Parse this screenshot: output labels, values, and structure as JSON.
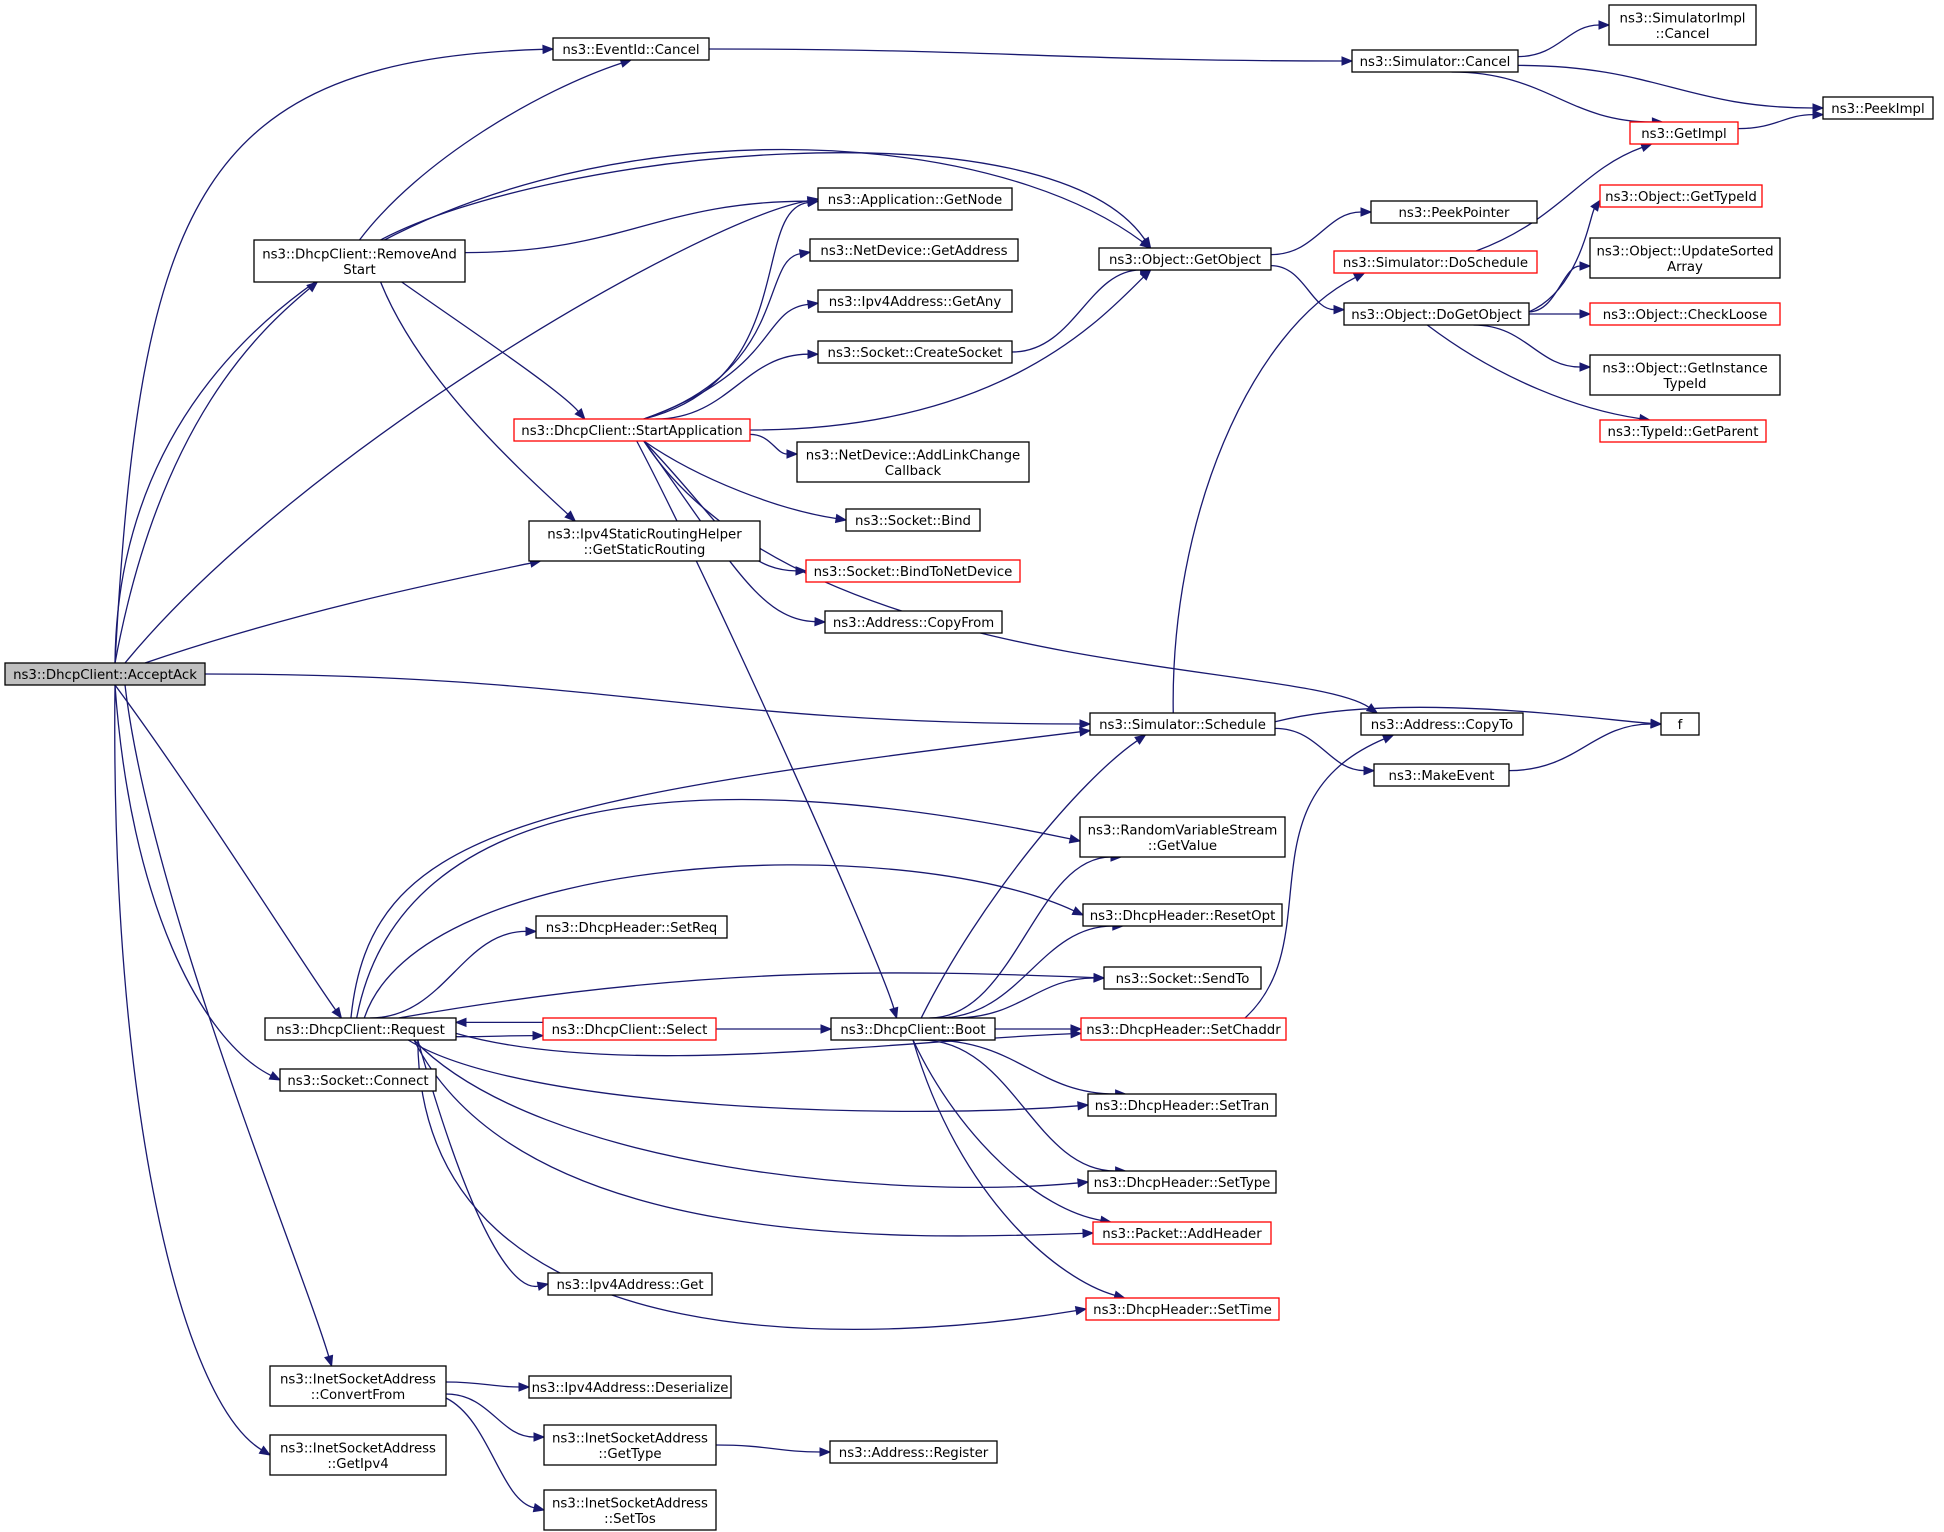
{
  "nodes": [
    {
      "id": "acceptack",
      "lines": [
        "ns3::DhcpClient::AcceptAck"
      ],
      "style": "root"
    },
    {
      "id": "eventcancel",
      "lines": [
        "ns3::EventId::Cancel"
      ],
      "style": "normal"
    },
    {
      "id": "simcancel",
      "lines": [
        "ns3::Simulator::Cancel"
      ],
      "style": "normal"
    },
    {
      "id": "simimplcancel",
      "lines": [
        "ns3::SimulatorImpl",
        "::Cancel"
      ],
      "style": "normal"
    },
    {
      "id": "peekimpl",
      "lines": [
        "ns3::PeekImpl"
      ],
      "style": "normal"
    },
    {
      "id": "getimpl",
      "lines": [
        "ns3::GetImpl"
      ],
      "style": "red"
    },
    {
      "id": "removeandstart",
      "lines": [
        "ns3::DhcpClient::RemoveAnd",
        "Start"
      ],
      "style": "normal"
    },
    {
      "id": "appgetnode",
      "lines": [
        "ns3::Application::GetNode"
      ],
      "style": "normal"
    },
    {
      "id": "ndgetaddress",
      "lines": [
        "ns3::NetDevice::GetAddress"
      ],
      "style": "normal"
    },
    {
      "id": "ipv4getany",
      "lines": [
        "ns3::Ipv4Address::GetAny"
      ],
      "style": "normal"
    },
    {
      "id": "createsocket",
      "lines": [
        "ns3::Socket::CreateSocket"
      ],
      "style": "normal"
    },
    {
      "id": "startapp",
      "lines": [
        "ns3::DhcpClient::StartApplication"
      ],
      "style": "red"
    },
    {
      "id": "addlinkchange",
      "lines": [
        "ns3::NetDevice::AddLinkChange",
        "Callback"
      ],
      "style": "normal"
    },
    {
      "id": "socketbind",
      "lines": [
        "ns3::Socket::Bind"
      ],
      "style": "normal"
    },
    {
      "id": "bindtonetdevice",
      "lines": [
        "ns3::Socket::BindToNetDevice"
      ],
      "style": "red"
    },
    {
      "id": "addrcopyfrom",
      "lines": [
        "ns3::Address::CopyFrom"
      ],
      "style": "normal"
    },
    {
      "id": "getstaticrouting",
      "lines": [
        "ns3::Ipv4StaticRoutingHelper",
        "::GetStaticRouting"
      ],
      "style": "normal"
    },
    {
      "id": "getobject",
      "lines": [
        "ns3::Object::GetObject"
      ],
      "style": "normal"
    },
    {
      "id": "peekpointer",
      "lines": [
        "ns3::PeekPointer"
      ],
      "style": "normal"
    },
    {
      "id": "doschedule",
      "lines": [
        "ns3::Simulator::DoSchedule"
      ],
      "style": "red"
    },
    {
      "id": "dogetobject",
      "lines": [
        "ns3::Object::DoGetObject"
      ],
      "style": "normal"
    },
    {
      "id": "gettypeid",
      "lines": [
        "ns3::Object::GetTypeId"
      ],
      "style": "red"
    },
    {
      "id": "updatesorted",
      "lines": [
        "ns3::Object::UpdateSorted",
        "Array"
      ],
      "style": "normal"
    },
    {
      "id": "checkloose",
      "lines": [
        "ns3::Object::CheckLoose"
      ],
      "style": "red"
    },
    {
      "id": "getinstancetypeid",
      "lines": [
        "ns3::Object::GetInstance",
        "TypeId"
      ],
      "style": "normal"
    },
    {
      "id": "typeidgetparent",
      "lines": [
        "ns3::TypeId::GetParent"
      ],
      "style": "red"
    },
    {
      "id": "simschedule",
      "lines": [
        "ns3::Simulator::Schedule"
      ],
      "style": "normal"
    },
    {
      "id": "addrcopyto",
      "lines": [
        "ns3::Address::CopyTo"
      ],
      "style": "normal"
    },
    {
      "id": "f",
      "lines": [
        "f"
      ],
      "style": "normal"
    },
    {
      "id": "makeevent",
      "lines": [
        "ns3::MakeEvent"
      ],
      "style": "normal"
    },
    {
      "id": "rvsgetvalue",
      "lines": [
        "ns3::RandomVariableStream",
        "::GetValue"
      ],
      "style": "normal"
    },
    {
      "id": "resetopt",
      "lines": [
        "ns3::DhcpHeader::ResetOpt"
      ],
      "style": "normal"
    },
    {
      "id": "setreq",
      "lines": [
        "ns3::DhcpHeader::SetReq"
      ],
      "style": "normal"
    },
    {
      "id": "sendto",
      "lines": [
        "ns3::Socket::SendTo"
      ],
      "style": "normal"
    },
    {
      "id": "request",
      "lines": [
        "ns3::DhcpClient::Request"
      ],
      "style": "normal"
    },
    {
      "id": "select",
      "lines": [
        "ns3::DhcpClient::Select"
      ],
      "style": "red"
    },
    {
      "id": "boot",
      "lines": [
        "ns3::DhcpClient::Boot"
      ],
      "style": "normal"
    },
    {
      "id": "setchaddr",
      "lines": [
        "ns3::DhcpHeader::SetChaddr"
      ],
      "style": "red"
    },
    {
      "id": "connect",
      "lines": [
        "ns3::Socket::Connect"
      ],
      "style": "normal"
    },
    {
      "id": "settran",
      "lines": [
        "ns3::DhcpHeader::SetTran"
      ],
      "style": "normal"
    },
    {
      "id": "settype",
      "lines": [
        "ns3::DhcpHeader::SetType"
      ],
      "style": "normal"
    },
    {
      "id": "addheader",
      "lines": [
        "ns3::Packet::AddHeader"
      ],
      "style": "red"
    },
    {
      "id": "ipv4get",
      "lines": [
        "ns3::Ipv4Address::Get"
      ],
      "style": "normal"
    },
    {
      "id": "settime",
      "lines": [
        "ns3::DhcpHeader::SetTime"
      ],
      "style": "red"
    },
    {
      "id": "convertfrom",
      "lines": [
        "ns3::InetSocketAddress",
        "::ConvertFrom"
      ],
      "style": "normal"
    },
    {
      "id": "deserialize",
      "lines": [
        "ns3::Ipv4Address::Deserialize"
      ],
      "style": "normal"
    },
    {
      "id": "inetgettype",
      "lines": [
        "ns3::InetSocketAddress",
        "::GetType"
      ],
      "style": "normal"
    },
    {
      "id": "addrregister",
      "lines": [
        "ns3::Address::Register"
      ],
      "style": "normal"
    },
    {
      "id": "getipv4",
      "lines": [
        "ns3::InetSocketAddress",
        "::GetIpv4"
      ],
      "style": "normal"
    },
    {
      "id": "settos",
      "lines": [
        "ns3::InetSocketAddress",
        "::SetTos"
      ],
      "style": "normal"
    }
  ],
  "edges": [
    [
      "acceptack",
      "eventcancel"
    ],
    [
      "acceptack",
      "getobject"
    ],
    [
      "acceptack",
      "removeandstart"
    ],
    [
      "acceptack",
      "appgetnode"
    ],
    [
      "acceptack",
      "getstaticrouting"
    ],
    [
      "acceptack",
      "simschedule"
    ],
    [
      "acceptack",
      "request"
    ],
    [
      "acceptack",
      "connect"
    ],
    [
      "acceptack",
      "convertfrom"
    ],
    [
      "acceptack",
      "getipv4"
    ],
    [
      "eventcancel",
      "simcancel"
    ],
    [
      "simcancel",
      "simimplcancel"
    ],
    [
      "simcancel",
      "peekimpl"
    ],
    [
      "simcancel",
      "getimpl"
    ],
    [
      "getimpl",
      "peekimpl"
    ],
    [
      "removeandstart",
      "eventcancel"
    ],
    [
      "removeandstart",
      "getobject"
    ],
    [
      "removeandstart",
      "appgetnode"
    ],
    [
      "removeandstart",
      "startapp"
    ],
    [
      "removeandstart",
      "getstaticrouting"
    ],
    [
      "startapp",
      "appgetnode"
    ],
    [
      "startapp",
      "ndgetaddress"
    ],
    [
      "startapp",
      "ipv4getany"
    ],
    [
      "startapp",
      "createsocket"
    ],
    [
      "startapp",
      "getobject"
    ],
    [
      "startapp",
      "addlinkchange"
    ],
    [
      "startapp",
      "socketbind"
    ],
    [
      "startapp",
      "bindtonetdevice"
    ],
    [
      "startapp",
      "addrcopyfrom"
    ],
    [
      "startapp",
      "addrcopyto"
    ],
    [
      "startapp",
      "boot"
    ],
    [
      "createsocket",
      "getobject"
    ],
    [
      "getobject",
      "peekpointer"
    ],
    [
      "getobject",
      "dogetobject"
    ],
    [
      "doschedule",
      "getimpl"
    ],
    [
      "dogetobject",
      "gettypeid"
    ],
    [
      "dogetobject",
      "updatesorted"
    ],
    [
      "dogetobject",
      "checkloose"
    ],
    [
      "dogetobject",
      "getinstancetypeid"
    ],
    [
      "dogetobject",
      "typeidgetparent"
    ],
    [
      "simschedule",
      "doschedule"
    ],
    [
      "simschedule",
      "makeevent"
    ],
    [
      "simschedule",
      "f"
    ],
    [
      "makeevent",
      "f"
    ],
    [
      "request",
      "simschedule"
    ],
    [
      "request",
      "rvsgetvalue"
    ],
    [
      "request",
      "resetopt"
    ],
    [
      "request",
      "setreq"
    ],
    [
      "request",
      "sendto"
    ],
    [
      "request",
      "select"
    ],
    [
      "request",
      "setchaddr"
    ],
    [
      "request",
      "settran"
    ],
    [
      "request",
      "settype"
    ],
    [
      "request",
      "addheader"
    ],
    [
      "request",
      "ipv4get"
    ],
    [
      "request",
      "settime"
    ],
    [
      "select",
      "request"
    ],
    [
      "select",
      "boot"
    ],
    [
      "boot",
      "simschedule"
    ],
    [
      "boot",
      "rvsgetvalue"
    ],
    [
      "boot",
      "resetopt"
    ],
    [
      "boot",
      "sendto"
    ],
    [
      "boot",
      "setchaddr"
    ],
    [
      "boot",
      "settran"
    ],
    [
      "boot",
      "settype"
    ],
    [
      "boot",
      "addheader"
    ],
    [
      "boot",
      "settime"
    ],
    [
      "setchaddr",
      "addrcopyto"
    ],
    [
      "convertfrom",
      "deserialize"
    ],
    [
      "convertfrom",
      "inetgettype"
    ],
    [
      "convertfrom",
      "settos"
    ],
    [
      "inetgettype",
      "addrregister"
    ]
  ]
}
